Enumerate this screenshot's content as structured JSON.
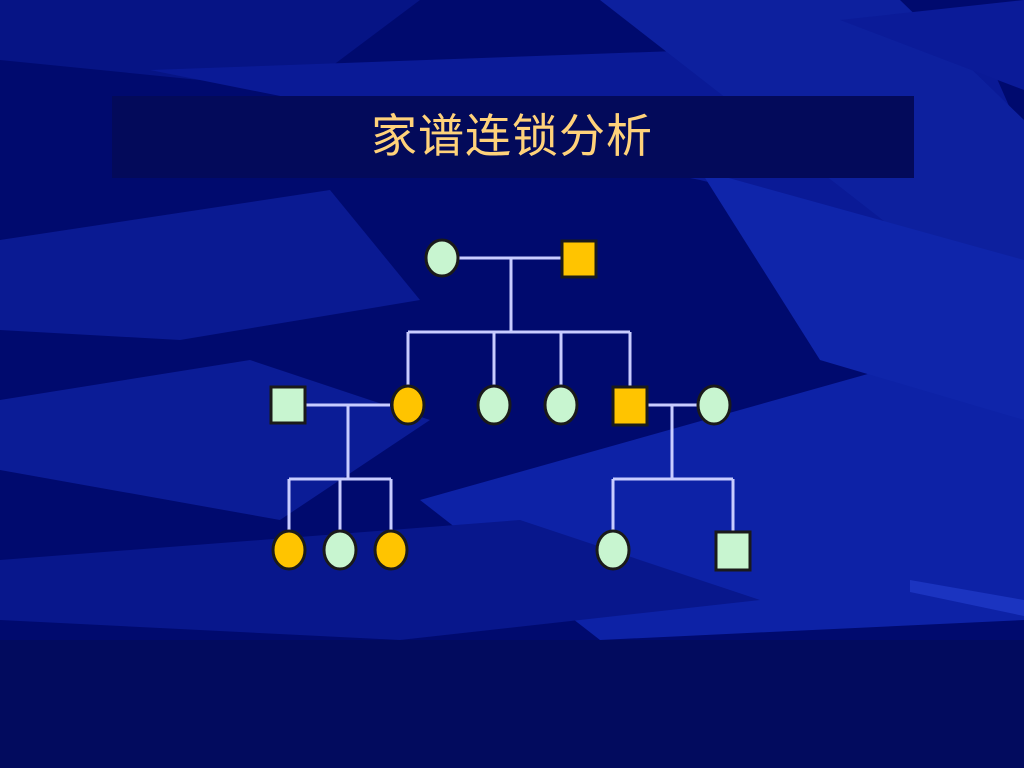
{
  "slide": {
    "title": "家谱连锁分析"
  },
  "colors": {
    "background": "#000a6e",
    "affected": "#ffc400",
    "unaffected": "#c8f5d0",
    "line": "#c8ccff",
    "title": "#ffd27a"
  },
  "pedigree": {
    "generations": 3,
    "individuals": [
      {
        "id": "I-1",
        "sex": "female",
        "affected": false
      },
      {
        "id": "I-2",
        "sex": "male",
        "affected": true
      },
      {
        "id": "II-1",
        "sex": "male",
        "affected": false
      },
      {
        "id": "II-2",
        "sex": "female",
        "affected": true
      },
      {
        "id": "II-3",
        "sex": "female",
        "affected": false
      },
      {
        "id": "II-4",
        "sex": "female",
        "affected": false
      },
      {
        "id": "II-5",
        "sex": "male",
        "affected": true
      },
      {
        "id": "II-6",
        "sex": "female",
        "affected": false
      },
      {
        "id": "III-1",
        "sex": "female",
        "affected": true
      },
      {
        "id": "III-2",
        "sex": "female",
        "affected": false
      },
      {
        "id": "III-3",
        "sex": "female",
        "affected": true
      },
      {
        "id": "III-4",
        "sex": "female",
        "affected": false
      },
      {
        "id": "III-5",
        "sex": "male",
        "affected": false
      }
    ]
  }
}
